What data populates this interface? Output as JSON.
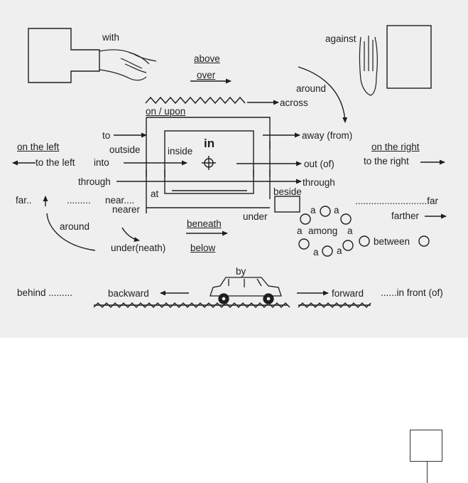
{
  "labels": {
    "with": "with",
    "against": "against",
    "above": "above",
    "over": "over",
    "around_top": "around",
    "across": "across",
    "on_upon": "on / upon",
    "to": "to",
    "away_from": "away (from)",
    "on_the_left": "on the left",
    "outside": "outside",
    "inside": "inside",
    "in": "in",
    "on_the_right": "on the right",
    "to_the_left": "to the left",
    "into": "into",
    "out_of": "out (of)",
    "to_the_right": "to the right",
    "through_left": "through",
    "through_right": "through",
    "beside": "beside",
    "at": "at",
    "far_left": "far..",
    "dots_left": ".........",
    "near": "near....",
    "nearer": "nearer",
    "under": "under",
    "dots_right": "...........................far",
    "farther": "farther",
    "around_left": "around",
    "beneath": "beneath",
    "among": "among",
    "a": "a",
    "between": "between",
    "under_neath": "under(neath)",
    "below": "below",
    "by": "by",
    "behind": "behind .........",
    "backward": "backward",
    "forward": "forward",
    "in_front_of": "......in front (of)"
  },
  "colors": {
    "panel": "#efefef",
    "ink": "#1e1e1e"
  }
}
